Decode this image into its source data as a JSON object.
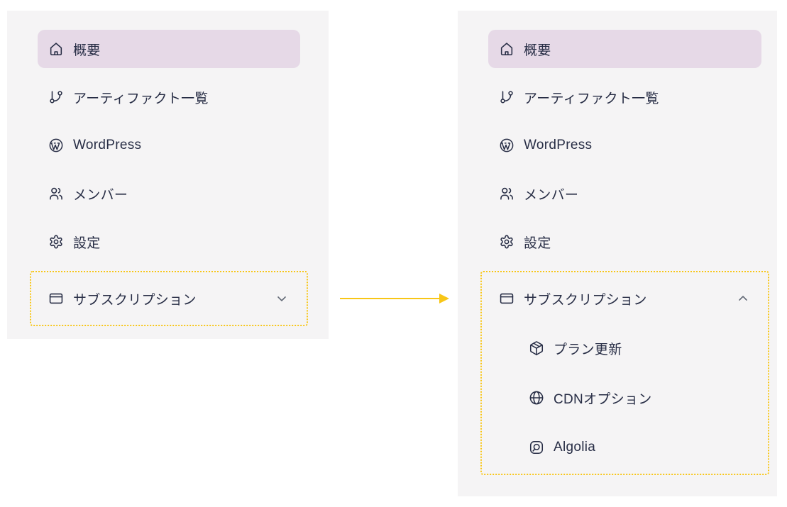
{
  "colors": {
    "panel_background": "#f5f4f5",
    "active_item_background": "#e6d9e7",
    "text": "#272d45",
    "highlight_yellow": "#f8c617",
    "chevron_gray": "#606774"
  },
  "panels": {
    "before": {
      "items": [
        {
          "label": "概要",
          "icon": "home-icon",
          "active": true
        },
        {
          "label": "アーティファクト一覧",
          "icon": "git-branch-icon",
          "active": false
        },
        {
          "label": "WordPress",
          "icon": "wordpress-icon",
          "active": false
        },
        {
          "label": "メンバー",
          "icon": "users-icon",
          "active": false
        },
        {
          "label": "設定",
          "icon": "gear-icon",
          "active": false
        }
      ],
      "subscription": {
        "label": "サブスクリプション",
        "icon": "credit-card-icon",
        "chevron": "chevron-down-icon",
        "expanded": false
      }
    },
    "after": {
      "items": [
        {
          "label": "概要",
          "icon": "home-icon",
          "active": true
        },
        {
          "label": "アーティファクト一覧",
          "icon": "git-branch-icon",
          "active": false
        },
        {
          "label": "WordPress",
          "icon": "wordpress-icon",
          "active": false
        },
        {
          "label": "メンバー",
          "icon": "users-icon",
          "active": false
        },
        {
          "label": "設定",
          "icon": "gear-icon",
          "active": false
        }
      ],
      "subscription": {
        "label": "サブスクリプション",
        "icon": "credit-card-icon",
        "chevron": "chevron-up-icon",
        "expanded": true,
        "children": [
          {
            "label": "プラン更新",
            "icon": "package-icon"
          },
          {
            "label": "CDNオプション",
            "icon": "globe-icon"
          },
          {
            "label": "Algolia",
            "icon": "algolia-icon"
          }
        ]
      }
    }
  },
  "arrow": {
    "direction": "right",
    "meaning": "before-to-after transition"
  }
}
